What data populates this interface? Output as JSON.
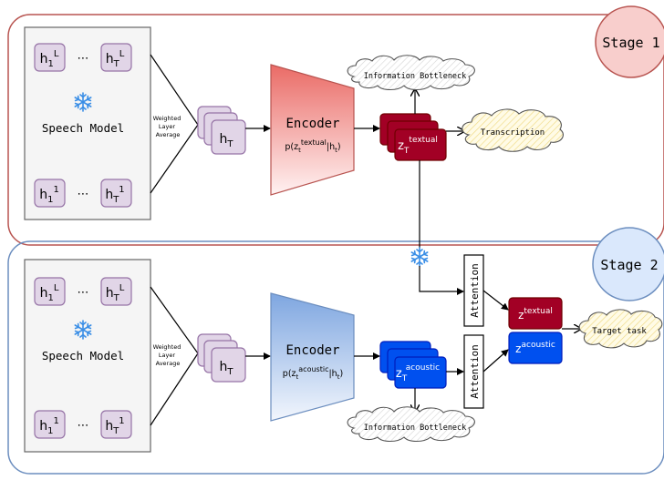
{
  "stage1": {
    "label": "Stage 1",
    "speech_model": {
      "label": "Speech Model",
      "top": {
        "left": "h",
        "left_sub": "1",
        "left_sup": "L",
        "dots": "⋯",
        "right": "h",
        "right_sub": "T",
        "right_sup": "L"
      },
      "bottom": {
        "left": "h",
        "left_sub": "1",
        "left_sup": "1",
        "dots": "⋯",
        "right": "h",
        "right_sub": "T",
        "right_sup": "1"
      }
    },
    "weighted": [
      "Weighted",
      "Layer",
      "Average"
    ],
    "ht": {
      "base": "h",
      "sub": "T"
    },
    "encoder": {
      "label": "Encoder",
      "p_pre": "p(z",
      "p_sub": "t",
      "p_sup": "textual",
      "p_post": "|h",
      "p_post_sub": "t",
      "p_close": ")"
    },
    "z": {
      "base": "z",
      "sub": "T",
      "sup": "textual"
    },
    "bottleneck": "Information Bottleneck",
    "transcription": "Transcription"
  },
  "stage2": {
    "label": "Stage 2",
    "speech_model": {
      "label": "Speech Model",
      "top": {
        "left": "h",
        "left_sub": "1",
        "left_sup": "L",
        "dots": "⋯",
        "right": "h",
        "right_sub": "T",
        "right_sup": "L"
      },
      "bottom": {
        "left": "h",
        "left_sub": "1",
        "left_sup": "1",
        "dots": "⋯",
        "right": "h",
        "right_sub": "T",
        "right_sup": "1"
      }
    },
    "weighted": [
      "Weighted",
      "Layer",
      "Average"
    ],
    "ht": {
      "base": "h",
      "sub": "T"
    },
    "encoder": {
      "label": "Encoder",
      "p_pre": "p(z",
      "p_sub": "t",
      "p_sup": "acoustic",
      "p_post": "|h",
      "p_post_sub": "t",
      "p_close": ")"
    },
    "z": {
      "base": "z",
      "sub": "T",
      "sup": "acoustic"
    },
    "bottleneck": "Information Bottleneck",
    "attention_top": "Attention",
    "attention_bottom": "Attention",
    "z_textual": {
      "base": "z",
      "sup": "textual"
    },
    "z_acoustic": {
      "base": "z",
      "sup": "acoustic"
    },
    "target": "Target task"
  },
  "colors": {
    "stage1_border": "#b85450",
    "stage1_circle": "#f8cecc",
    "stage2_border": "#6c8ebf",
    "stage2_circle": "#dae8fc",
    "speech_panel": "#f5f5f5",
    "layer_box": "#e1d5e7",
    "layer_border": "#9673a6",
    "z_textual": "#a20025",
    "z_acoustic": "#0050ef",
    "snowflake": "#3a8ee6"
  },
  "icons": {
    "frozen": "snowflake-icon"
  }
}
